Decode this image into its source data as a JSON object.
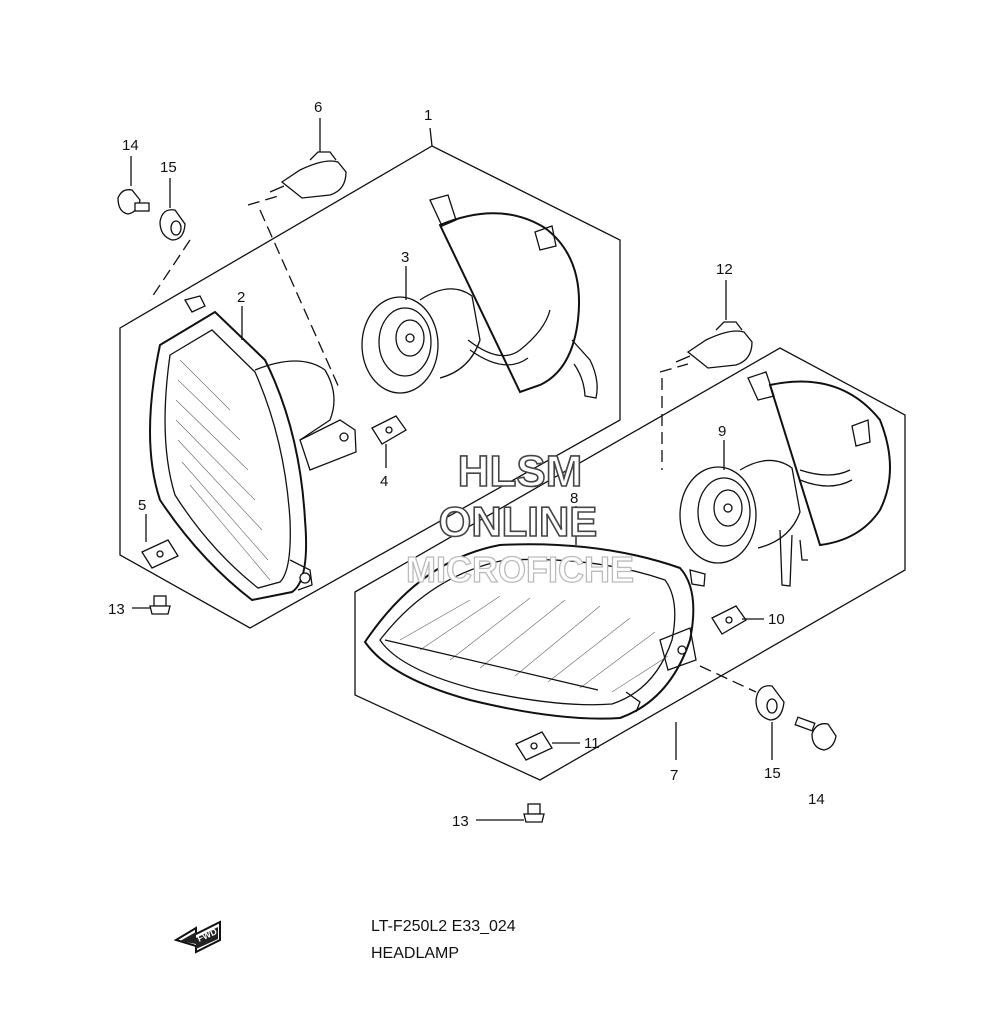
{
  "callouts": {
    "c1": "1",
    "c2": "2",
    "c3": "3",
    "c4": "4",
    "c5": "5",
    "c6": "6",
    "c7": "7",
    "c8": "8",
    "c9": "9",
    "c10": "10",
    "c11": "11",
    "c12": "12",
    "c13a": "13",
    "c13b": "13",
    "c14a": "14",
    "c14b": "14",
    "c15a": "15",
    "c15b": "15"
  },
  "watermark": {
    "line1": "HLSM",
    "line2": "ONLINE",
    "line3": "MICROFICHE"
  },
  "fwd_label": "FWD",
  "footer": {
    "code": "LT-F250L2 E33_024",
    "title": "HEADLAMP"
  }
}
